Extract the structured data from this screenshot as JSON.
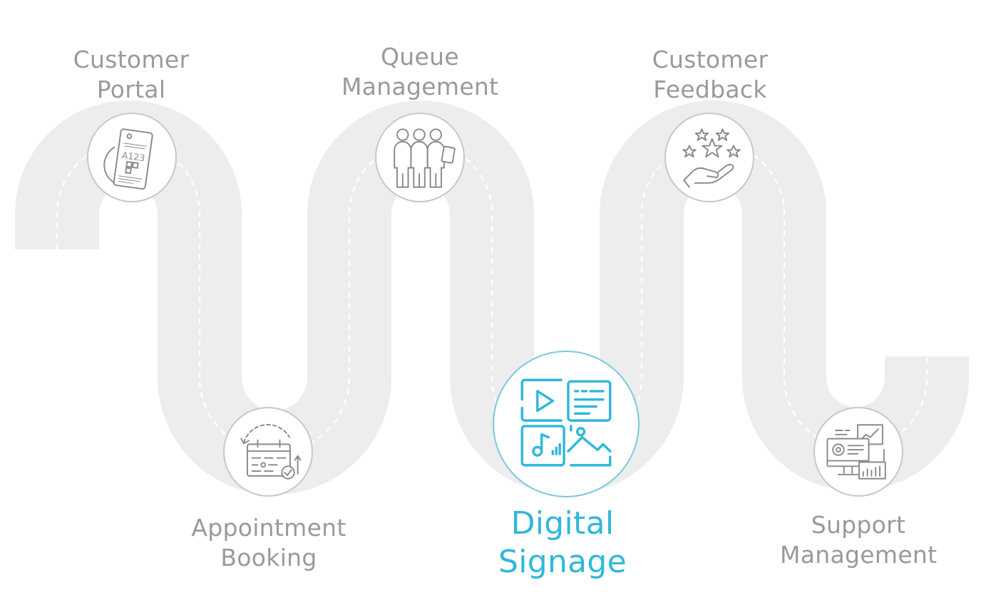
{
  "colors": {
    "track": "#ededed",
    "dash": "#ffffff",
    "label": "#9a9a9a",
    "icon": "#8a8a8a",
    "node_border": "#c8c8c8",
    "active": "#2fb8da",
    "active_border": "#7cc9dd"
  },
  "steps": [
    {
      "line1": "Customer",
      "line2": "Portal",
      "icon": "ticket-icon",
      "active": false
    },
    {
      "line1": "Appointment",
      "line2": "Booking",
      "icon": "calendar-icon",
      "active": false
    },
    {
      "line1": "Queue",
      "line2": "Management",
      "icon": "people-queue-icon",
      "active": false
    },
    {
      "line1": "Digital",
      "line2": "Signage",
      "icon": "media-screens-icon",
      "active": true
    },
    {
      "line1": "Customer",
      "line2": "Feedback",
      "icon": "stars-hand-icon",
      "active": false
    },
    {
      "line1": "Support",
      "line2": "Management",
      "icon": "dashboard-monitor-icon",
      "active": false
    }
  ],
  "ticket_text": "A123"
}
